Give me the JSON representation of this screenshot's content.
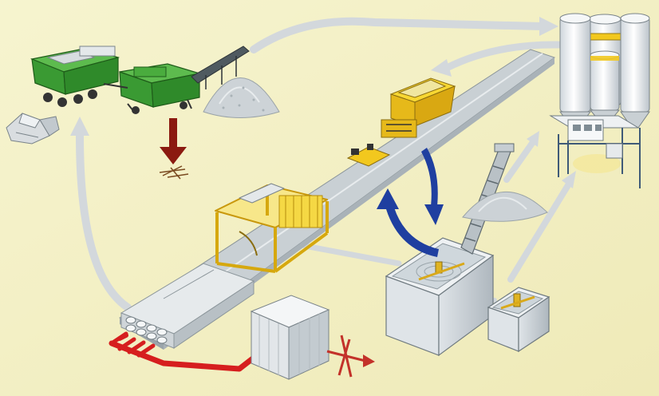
{
  "diagram": {
    "colors": {
      "background": "#f5f2c8",
      "recycle_arrow": "#d5dade",
      "machine_green": "#3fa33a",
      "machine_yellow": "#f2c81e",
      "water_blue": "#1f3fa0",
      "waste_red": "#8b1a10",
      "pipe_red": "#d61e1e",
      "track_grey": "#c8cfd3",
      "silo_white": "#f1f3f5"
    },
    "components": [
      "concrete-recycling-crusher",
      "aggregate-conveyor",
      "aggregate-pile",
      "concrete-debris",
      "waste-output",
      "extruder-machine",
      "casting-bed",
      "saw-machine",
      "hollow-core-slabs",
      "heating-unit",
      "heat-pipes",
      "cement-silos",
      "batching-plant",
      "screw-conveyor",
      "sand-pile",
      "water-recycling-tank",
      "settling-tank",
      "blue-water-arrows",
      "grey-flow-arrows"
    ]
  }
}
